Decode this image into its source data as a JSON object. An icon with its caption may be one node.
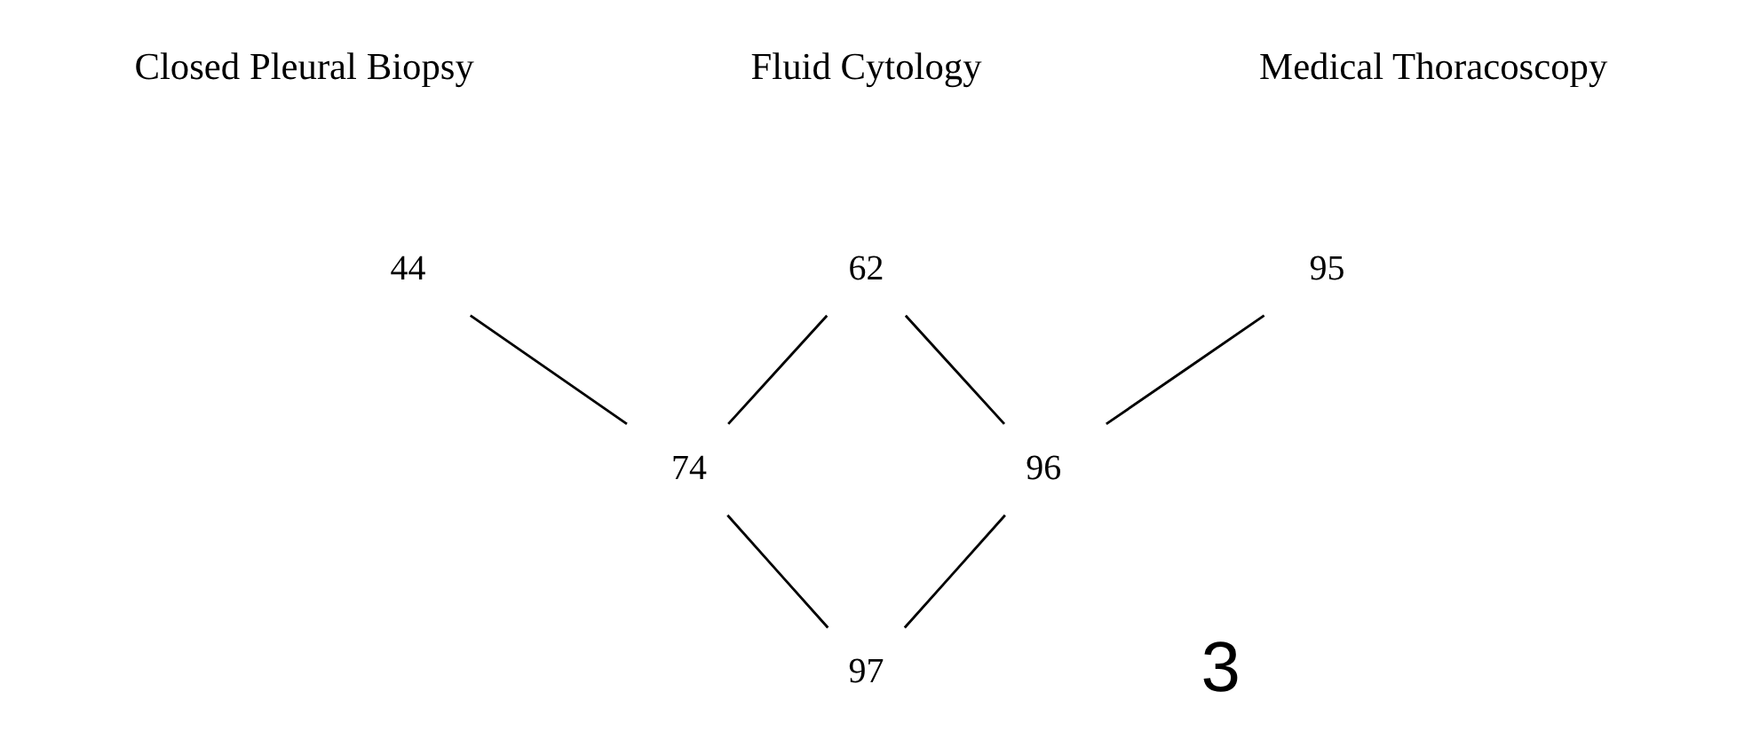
{
  "diagram": {
    "nodes": [
      {
        "text": [
          "44"
        ]
      },
      {
        "text": [
          "62"
        ]
      },
      {
        "text": [
          "95"
        ]
      },
      {
        "text": [
          "74"
        ]
      },
      {
        "text": [
          "96"
        ]
      },
      {
        "text": [
          "97"
        ]
      }
    ],
    "edges": [
      {
        "from": 0,
        "to": 3,
        "arrow": "none"
      },
      {
        "from": 1,
        "to": 3,
        "arrow": "none"
      },
      {
        "from": 1,
        "to": 4,
        "arrow": "none"
      },
      {
        "from": 2,
        "to": 4,
        "arrow": "none"
      },
      {
        "from": 3,
        "to": 5,
        "arrow": "none"
      },
      {
        "from": 4,
        "to": 5,
        "arrow": "none"
      }
    ],
    "labels": [
      "Closed Pleural Biopsy",
      "Fluid Cytology",
      "Medical Thoracoscopy",
      "3"
    ]
  }
}
